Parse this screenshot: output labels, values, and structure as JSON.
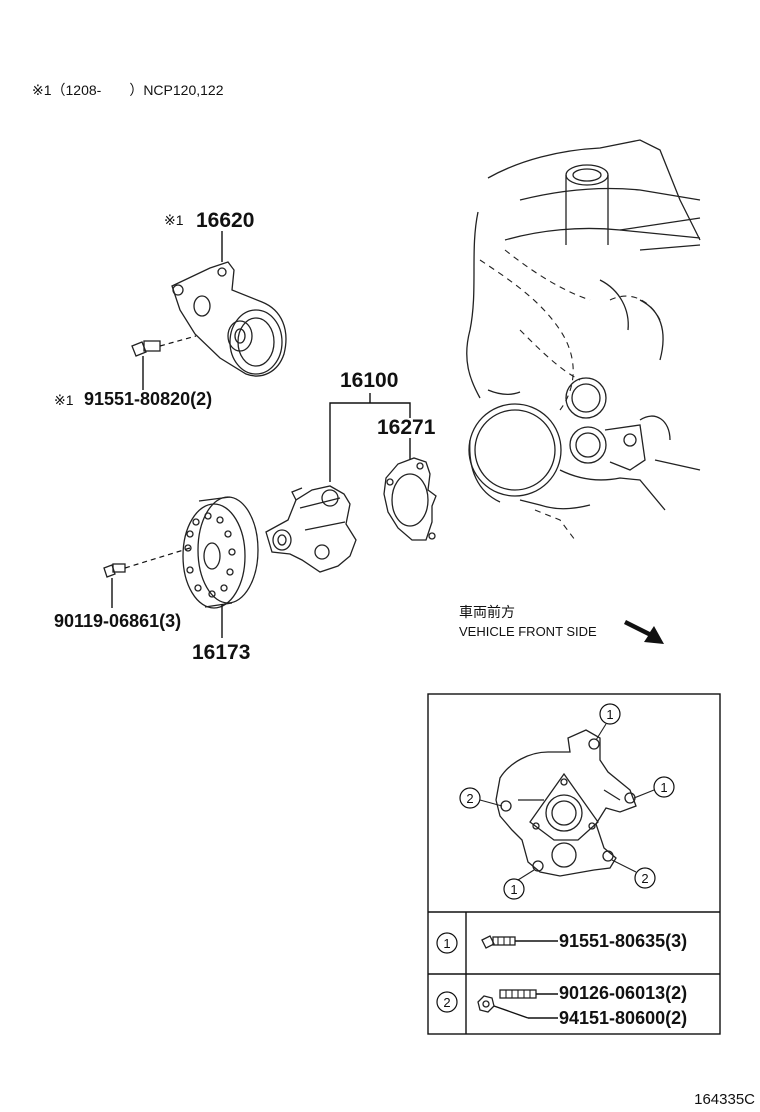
{
  "header_note": "※1（1208-　　）NCP120,122",
  "parts": {
    "tensioner": {
      "mark": "※1",
      "number": "16620"
    },
    "tensioner_bolt": {
      "mark": "※1",
      "number": "91551-80820(2)"
    },
    "pump_assy": {
      "number": "16100"
    },
    "gasket": {
      "number": "16271"
    },
    "pulley_bolt": {
      "number": "90119-06861(3)"
    },
    "pulley": {
      "number": "16173"
    }
  },
  "direction": {
    "jp": "車両前方",
    "en": "VEHICLE FRONT SIDE"
  },
  "detail": {
    "callouts": [
      "1",
      "1",
      "2",
      "2",
      "1"
    ],
    "legend": [
      {
        "key": "1",
        "parts": [
          "91551-80635(3)"
        ]
      },
      {
        "key": "2",
        "parts": [
          "90126-06013(2)",
          "94151-80600(2)"
        ]
      }
    ]
  },
  "figure_code": "164335C"
}
